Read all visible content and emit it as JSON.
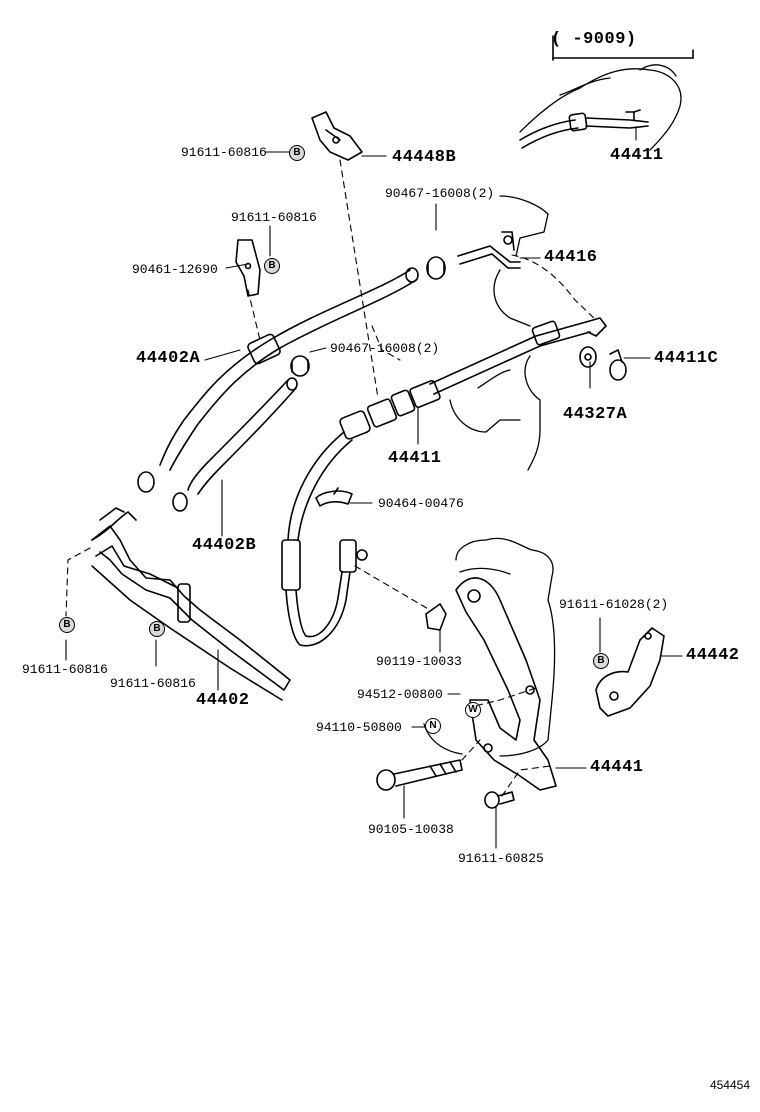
{
  "range_label": "(      -9009)",
  "parts": {
    "p44411_top": "44411",
    "p44448B": "44448B",
    "p44416": "44416",
    "p44411C": "44411C",
    "p44327A": "44327A",
    "p44411_mid": "44411",
    "p44402A": "44402A",
    "p44402B": "44402B",
    "p44402": "44402",
    "p44442": "44442",
    "p44441": "44441"
  },
  "numbers": {
    "n91611_60816_top": "91611-60816",
    "n90467_16008_top": "90467-16008(2)",
    "n91611_60816_mid": "91611-60816",
    "n90461_12690": "90461-12690",
    "n90467_16008_mid": "90467-16008(2)",
    "n90464_00476": "90464-00476",
    "n91611_61028": "91611-61028(2)",
    "n90119_10033": "90119-10033",
    "n94512_00800": "94512-00800",
    "n94110_50800": "94110-50800",
    "n91611_60816_left": "91611-60816",
    "n91611_60816_left2": "91611-60816",
    "n90105_10038": "90105-10038",
    "n91611_60825": "91611-60825"
  },
  "badges": {
    "b": "B",
    "n": "N",
    "w": "W"
  },
  "image_id": "454454"
}
